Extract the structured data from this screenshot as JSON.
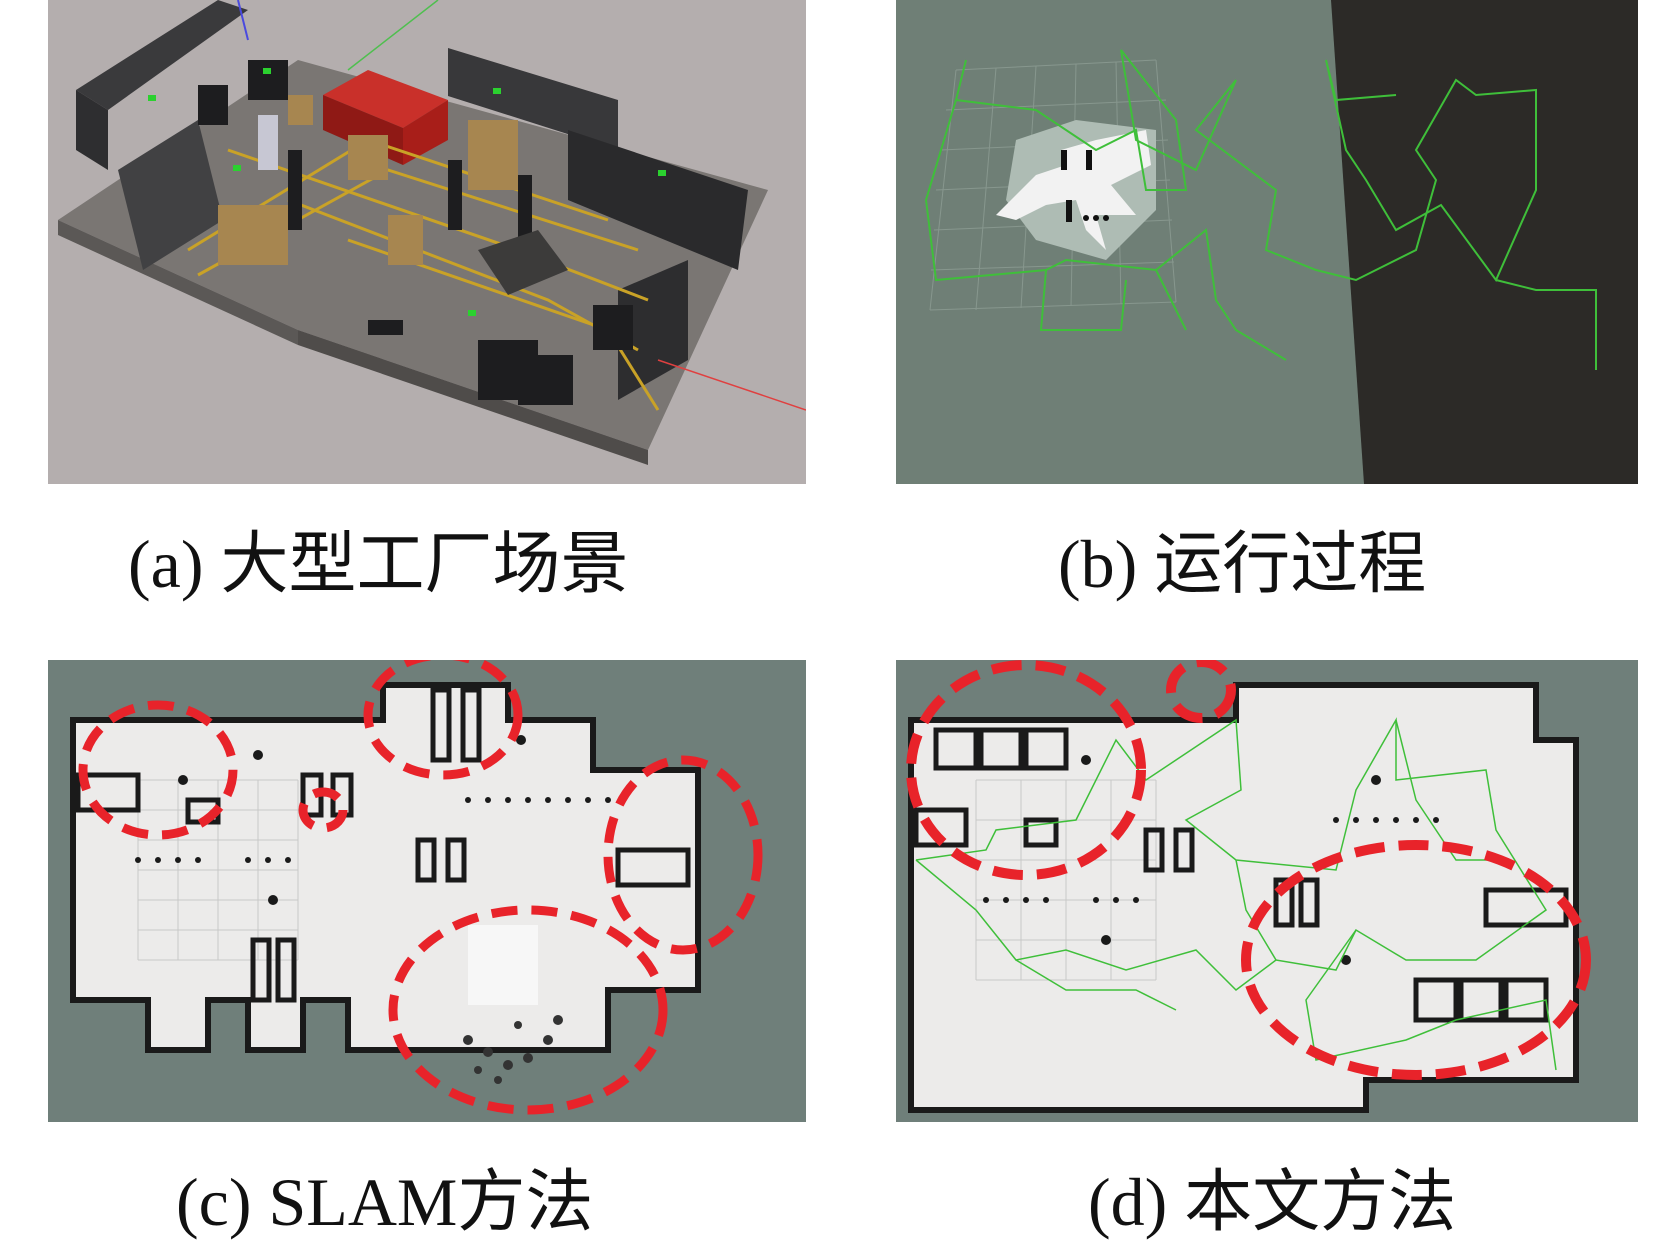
{
  "captions": {
    "a": "(a) 大型工厂场景",
    "b": "(b) 运行过程",
    "c": "(c) SLAM方法",
    "d": "(d) 本文方法"
  },
  "colors": {
    "background": "#ffffff",
    "scene_floor": "#7a7673",
    "scene_bg": "#b4aeae",
    "rviz_bg": "#6f7f76",
    "rviz_dark": "#2c2a27",
    "map_bg": "#6f7f7a",
    "map_free": "#ecebea",
    "map_wall": "#1a1a1a",
    "path_green": "#3fbf3a",
    "highlight_red": "#e8232a",
    "container_red": "#b3201c"
  },
  "icons": {
    "scene": "factory-3d-render-image",
    "rviz": "rviz-exploration-view-image",
    "map_slam": "occupancy-map-slam-image",
    "map_ours": "occupancy-map-proposed-image"
  }
}
